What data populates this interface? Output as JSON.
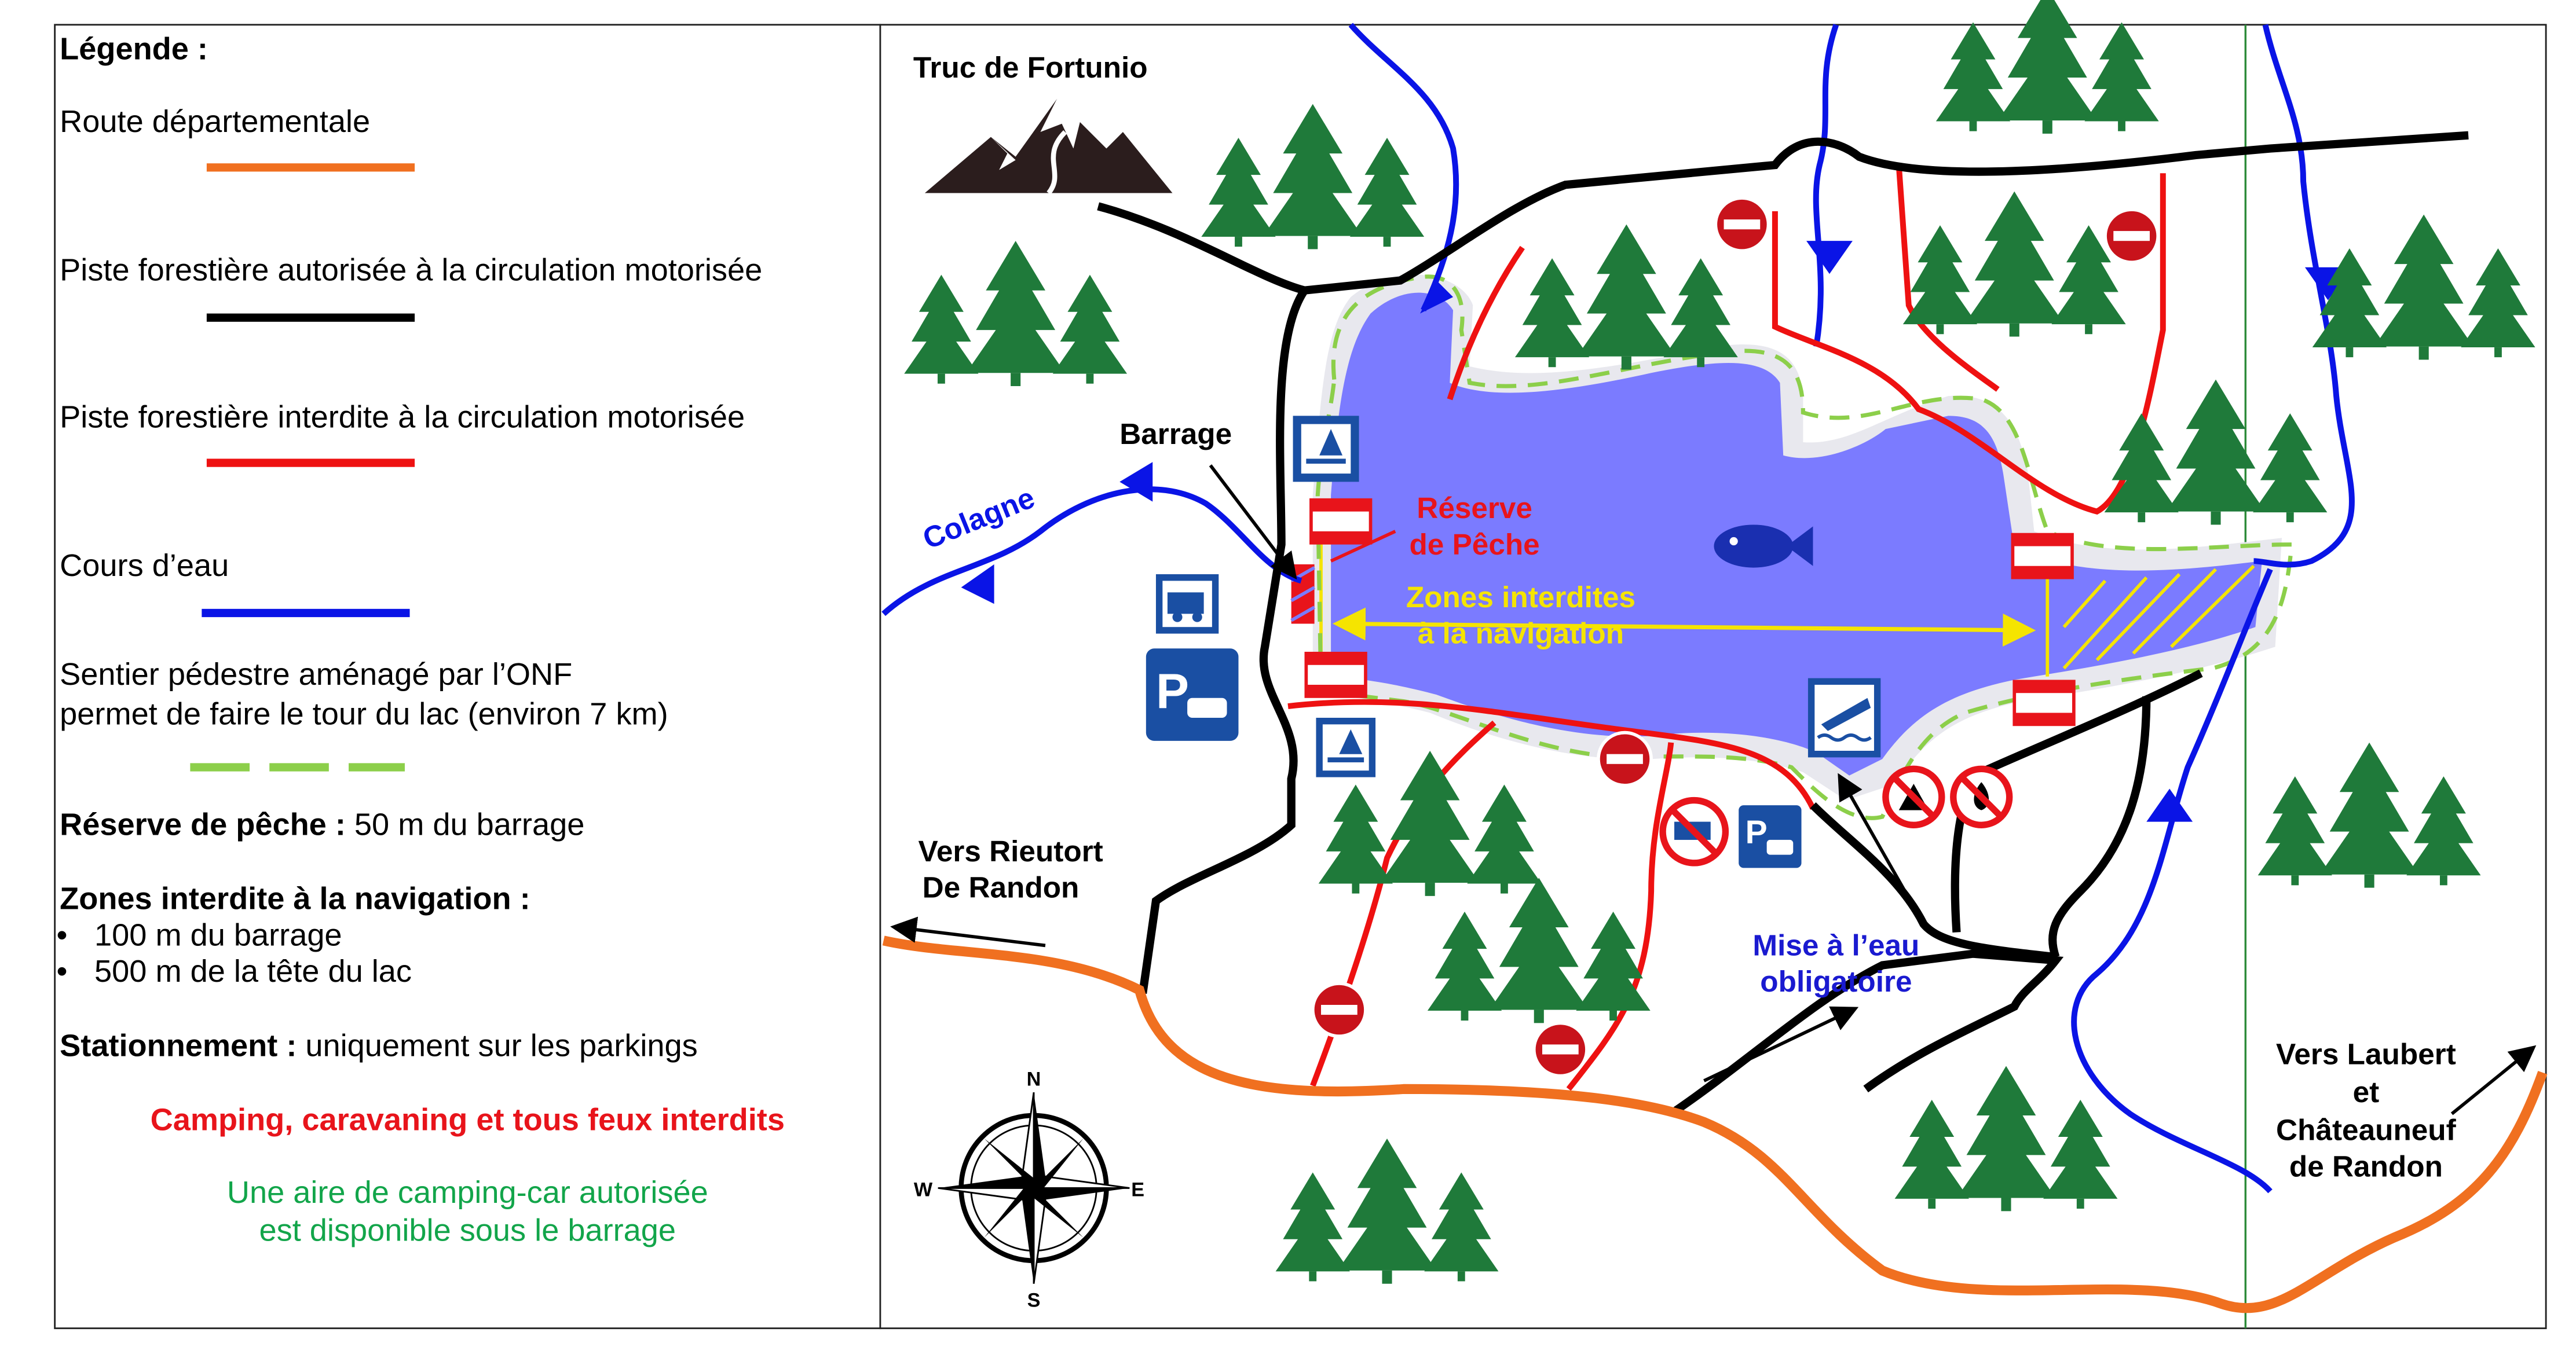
{
  "legend": {
    "title": "Légende :",
    "road_label": "Route départementale",
    "track_allowed_label": "Piste forestière autorisée à la circulation motorisée",
    "track_forbidden_label": "Piste forestière interdite à la circulation motorisée",
    "river_label": "Cours d’eau",
    "trail_label_1": "Sentier pédestre aménagé par l’ONF",
    "trail_label_2": "permet de faire le tour du lac (environ 7 km)",
    "fishing_reserve_bold": "Réserve de pêche :",
    "fishing_reserve_text": " 50 m du barrage",
    "navigation_title": "Zones interdite à la navigation :",
    "navigation_items": [
      "100 m du barrage",
      "500 m de la tête du lac"
    ],
    "parking_bold": "Stationnement :",
    "parking_text": " uniquement sur les parkings",
    "camping_warning": "Camping, caravaning et tous feux interdits",
    "campervan_note_1": "Une aire de camping-car autorisée",
    "campervan_note_2": "est disponible sous le barrage"
  },
  "map": {
    "summit": "Truc de Fortunio",
    "dam": "Barrage",
    "river_name": "Colagne",
    "fishing_reserve": [
      "Réserve",
      "de Pêche"
    ],
    "no_navigation": [
      "Zones interdites",
      "à la navigation"
    ],
    "west_direction": [
      "Vers Rieutort",
      "De Randon"
    ],
    "launch": [
      "Mise à l’eau",
      "obligatoire"
    ],
    "east_direction": [
      "Vers Laubert",
      "et",
      "Châteauneuf",
      "de Randon"
    ],
    "compass": {
      "n": "N",
      "s": "S",
      "e": "E",
      "w": "W"
    }
  },
  "colors": {
    "road": "#f07020",
    "track_allowed": "#000000",
    "track_forbidden": "#ee1111",
    "river": "#0a14e6",
    "trail": "#8ccf4a",
    "lake": "#7b7bff",
    "tree": "#1f7a3a",
    "warning": "#e8141b",
    "note": "#12a54a",
    "navigation": "#f5e400"
  }
}
